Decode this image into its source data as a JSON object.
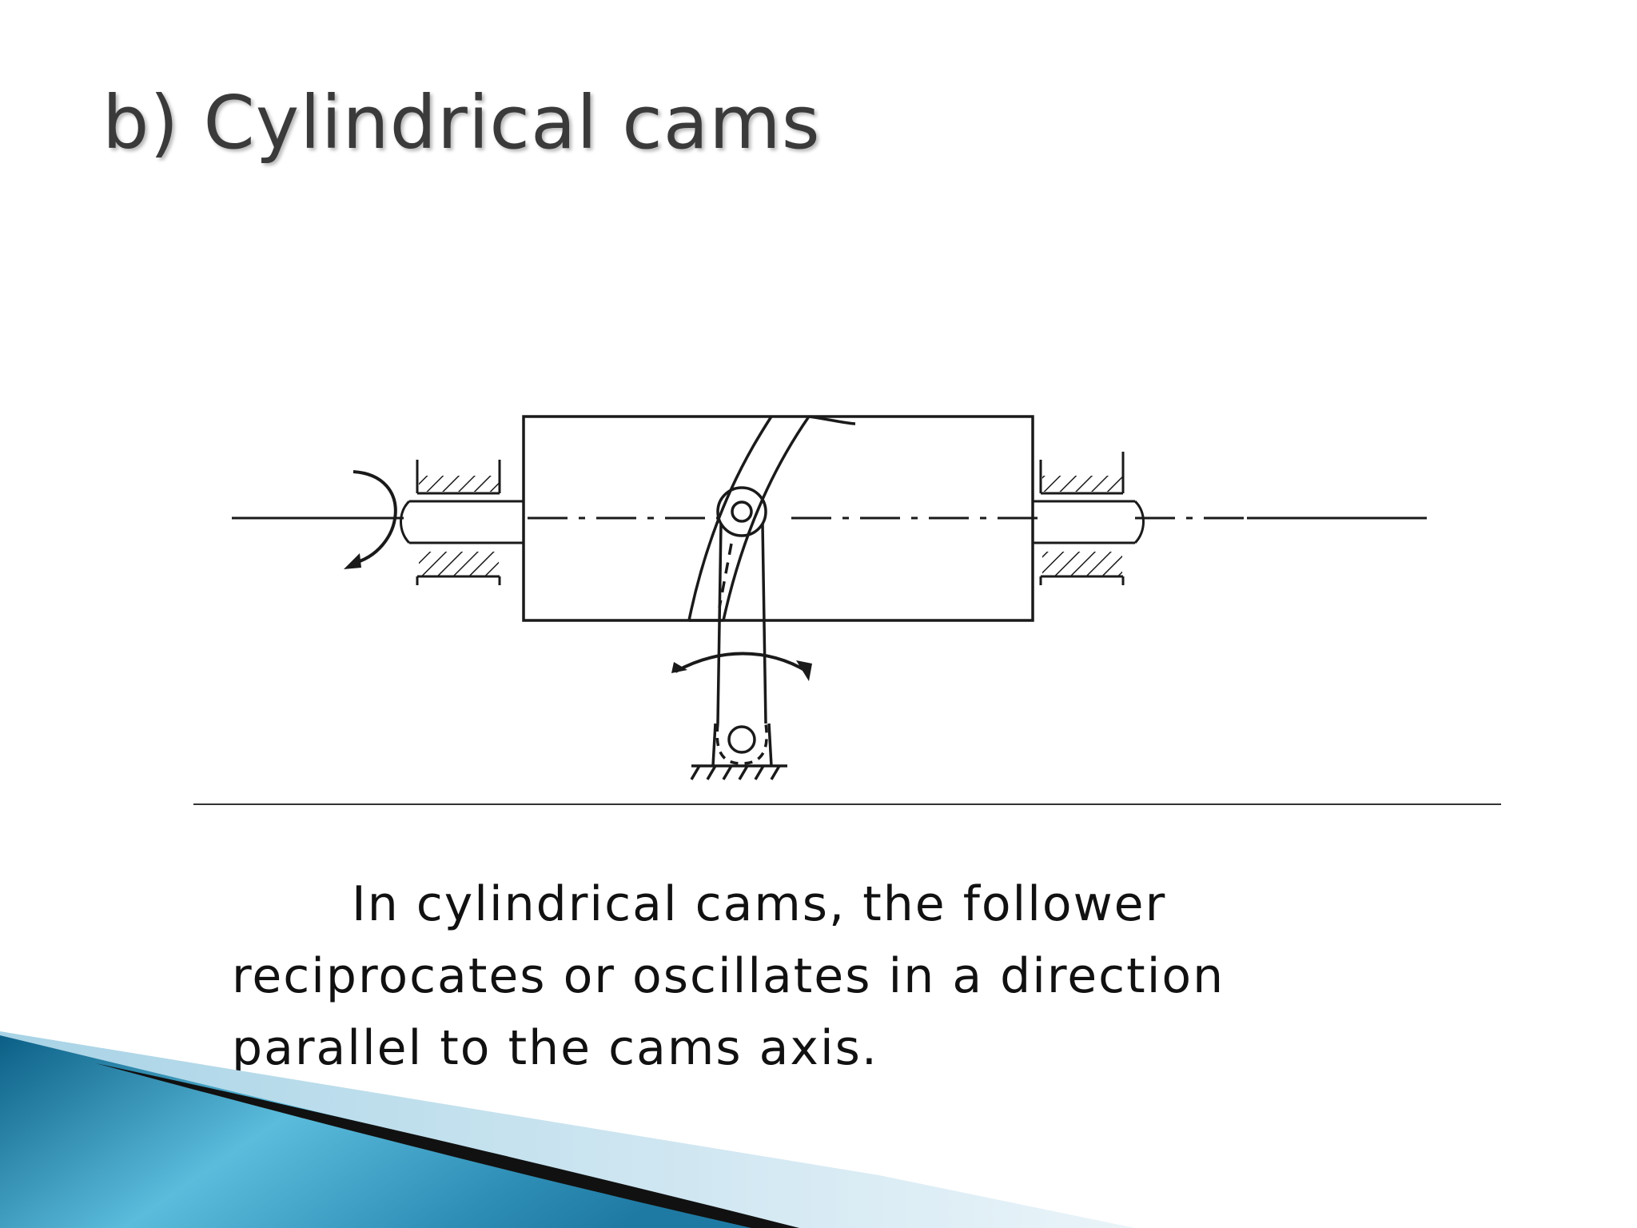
{
  "slide": {
    "title": "b) Cylindrical cams",
    "body_lines": [
      "In cylindrical cams, the follower",
      "reciprocates or oscillates in a direction",
      "parallel to the cams axis."
    ]
  },
  "colors": {
    "title": "#3a3a3a",
    "text": "#111111",
    "drawing": "#1a1a1a",
    "accent_dark_blue": "#0b5f86",
    "accent_light_blue": "#5bbcdc",
    "accent_pale_blue": "#cfe6f1"
  }
}
